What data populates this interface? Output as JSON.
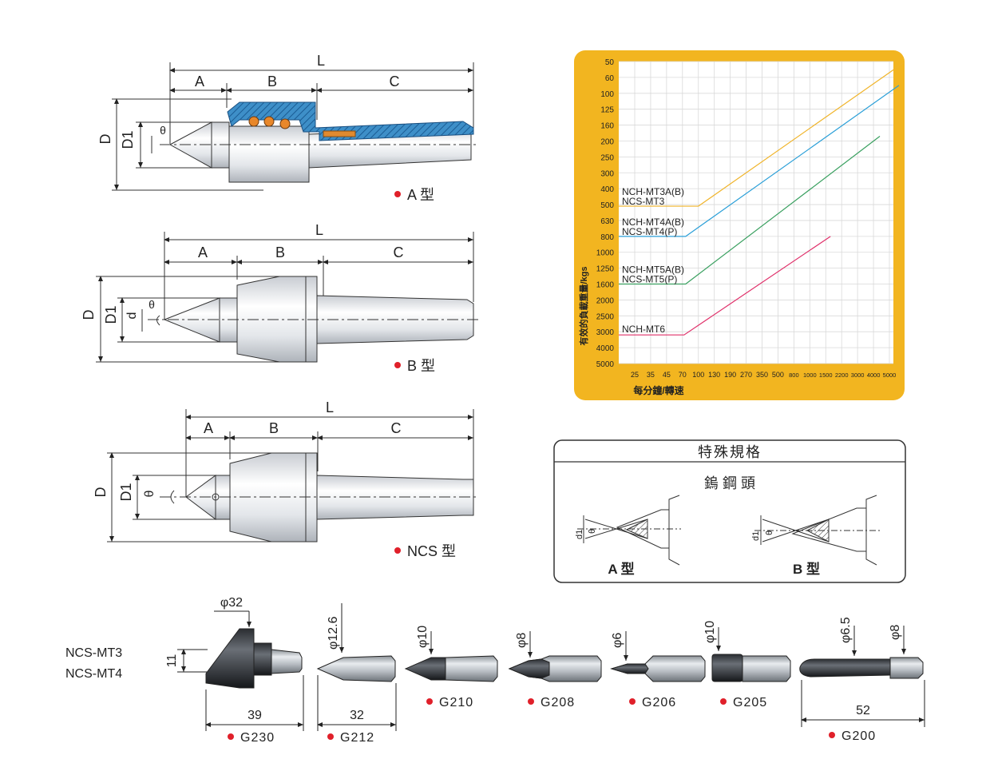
{
  "dimension_labels": {
    "L": "L",
    "A": "A",
    "B": "B",
    "C": "C",
    "D": "D",
    "D1": "D1",
    "d": "d",
    "theta": "θ"
  },
  "types": {
    "a": "A 型",
    "b": "B 型",
    "ncs": "NCS 型"
  },
  "chart": {
    "y_title": "有效的負載重量/kgs",
    "x_title": "每分鐘/轉速",
    "y_ticks": [
      "50",
      "60",
      "100",
      "125",
      "160",
      "200",
      "250",
      "300",
      "400",
      "500",
      "630",
      "800",
      "1000",
      "1250",
      "1600",
      "2000",
      "2500",
      "3000",
      "4000",
      "5000"
    ],
    "x_ticks": [
      "25",
      "35",
      "45",
      "70",
      "100",
      "130",
      "190",
      "270",
      "350",
      "500",
      "800",
      "1000",
      "1500",
      "2200",
      "3000",
      "4000",
      "5000"
    ],
    "series": [
      {
        "label1": "NCH-MT3A(B)",
        "label2": "NCS-MT3",
        "color": "#f0b42a"
      },
      {
        "label1": "NCH-MT4A(B)",
        "label2": "NCS-MT4(P)",
        "color": "#2a9fd8"
      },
      {
        "label1": "NCH-MT5A(B)",
        "label2": "NCS-MT5(P)",
        "color": "#3aa060"
      },
      {
        "label1": "NCH-MT6",
        "label2": "",
        "color": "#e0306a"
      }
    ],
    "frame_color": "#f2b520"
  },
  "special": {
    "title": "特殊規格",
    "subtitle": "鎢 鋼 頭",
    "type_a": "A 型",
    "type_b": "B 型",
    "d1": "d1",
    "theta": "θ"
  },
  "tips": {
    "models": [
      "NCS-MT3",
      "NCS-MT4"
    ],
    "phi32": "φ32",
    "phi12_6": "φ12.6",
    "phi10": "φ10",
    "phi8": "φ8",
    "phi6": "φ6",
    "phi6_5": "φ6.5",
    "dim_11": "11",
    "dim_39": "39",
    "dim_32": "32",
    "dim_52": "52",
    "codes": [
      "G230",
      "G212",
      "G210",
      "G208",
      "G206",
      "G205",
      "G200"
    ]
  }
}
